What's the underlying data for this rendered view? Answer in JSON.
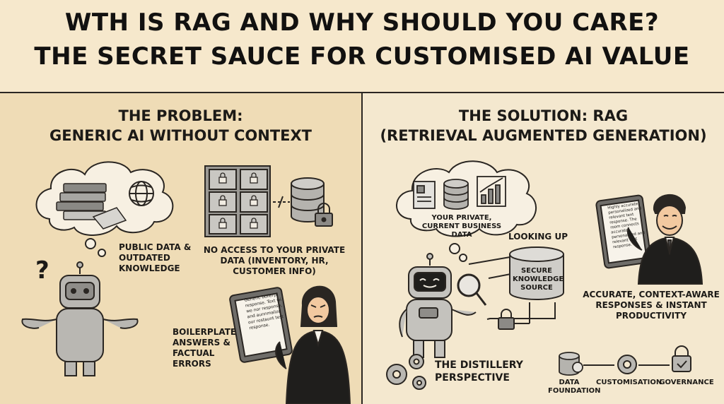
{
  "title": {
    "line1": "WTH IS RAG AND WHY SHOULD YOU CARE?",
    "line2": "THE SECRET SAUCE FOR CUSTOMISED AI VALUE"
  },
  "problem": {
    "heading1": "THE PROBLEM:",
    "heading2": "GENERIC AI WITHOUT CONTEXT",
    "public_data": "PUBLIC DATA & OUTDATED KNOWLEDGE",
    "no_access": "NO ACCESS TO YOUR PRIVATE DATA (INVENTORY, HR, CUSTOMER INFO)",
    "boilerplate": "BOILERPLATE ANSWERS & FACTUAL ERRORS",
    "tablet_text": "Generic boilerpl response. Text wi we nor response, and aunnmalize our restaunt test response."
  },
  "solution": {
    "heading1": "THE SOLUTION: RAG",
    "heading2": "(RETRIEVAL AUGMENTED GENERATION)",
    "private_data": "YOUR PRIVATE, CURRENT BUSINESS DATA",
    "looking_up": "LOOKING UP",
    "knowledge_source": "SECURE KNOWLEDGE SOURCE",
    "accurate": "ACCURATE, CONTEXT-AWARE RESPONSES & INSTANT PRODUCTIVITY",
    "tablet_text": "Highly accurate, personalized and relevant text response. The room connects accurate personalized and relevant text response.",
    "distillery": "THE DISTILLERY PERSPECTIVE",
    "steps": [
      "DATA FOUNDATION",
      "CUSTOMISATION",
      "GOVERNANCE"
    ]
  },
  "icons": [
    "book-stack-icon",
    "globe-icon",
    "locked-grid-icon",
    "database-icon",
    "padlock-icon",
    "robot-icon",
    "question-mark-icon",
    "tablet-icon",
    "person-icon",
    "document-icon",
    "bar-chart-icon",
    "magnifier-icon",
    "gear-icon",
    "shield-icon"
  ],
  "colors": {
    "background": "#f3e4c4",
    "ink": "#1c1a17",
    "robot": "#b9b7b2",
    "accent_red": "#d04030"
  }
}
